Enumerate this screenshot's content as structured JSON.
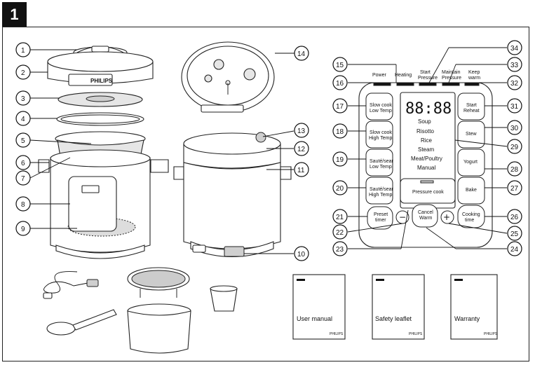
{
  "figure_number": "1",
  "brand": "PHILIPS",
  "callouts": [
    "1",
    "2",
    "3",
    "4",
    "5",
    "6",
    "7",
    "8",
    "9",
    "10",
    "11",
    "12",
    "13",
    "14",
    "15",
    "16",
    "17",
    "18",
    "19",
    "20",
    "21",
    "22",
    "23",
    "24",
    "25",
    "26",
    "27",
    "28",
    "29",
    "30",
    "31",
    "32",
    "33",
    "34"
  ],
  "status_labels": {
    "power": "Power",
    "heating": "Heating",
    "start_pressure_1": "Start",
    "start_pressure_2": "Pressure",
    "maintain_pressure_1": "Maintain",
    "maintain_pressure_2": "Pressure",
    "keep_warm_1": "Keep",
    "keep_warm_2": "warm"
  },
  "display_digits": "88:88",
  "menu_items": [
    "Soup",
    "Risotto",
    "Rice",
    "Steam",
    "Meat/Poultry",
    "Manual"
  ],
  "left_buttons": [
    {
      "line1": "Slow cook",
      "line2": "Low Temp"
    },
    {
      "line1": "Slow cook",
      "line2": "High Temp"
    },
    {
      "line1": "Sauté/sear",
      "line2": "Low Temp"
    },
    {
      "line1": "Sauté/sear",
      "line2": "High Temp"
    }
  ],
  "right_buttons": [
    {
      "line1": "Start",
      "line2": "Reheat"
    },
    {
      "line1": "Stew",
      "line2": ""
    },
    {
      "line1": "Yogurt",
      "line2": ""
    },
    {
      "line1": "Bake",
      "line2": ""
    }
  ],
  "pressure_cook_label": "Pressure cook",
  "preset_timer": {
    "line1": "Preset",
    "line2": "timer"
  },
  "cancel_warm": {
    "line1": "Cancel",
    "line2": "Warm"
  },
  "cooking_time": {
    "line1": "Cooking",
    "line2": "time"
  },
  "minus_symbol": "−",
  "plus_symbol": "+",
  "documents": [
    {
      "title": "User manual",
      "brand": "PHILIPS"
    },
    {
      "title": "Safety leaflet",
      "brand": "PHILIPS"
    },
    {
      "title": "Warranty",
      "brand": "PHILIPS"
    }
  ]
}
